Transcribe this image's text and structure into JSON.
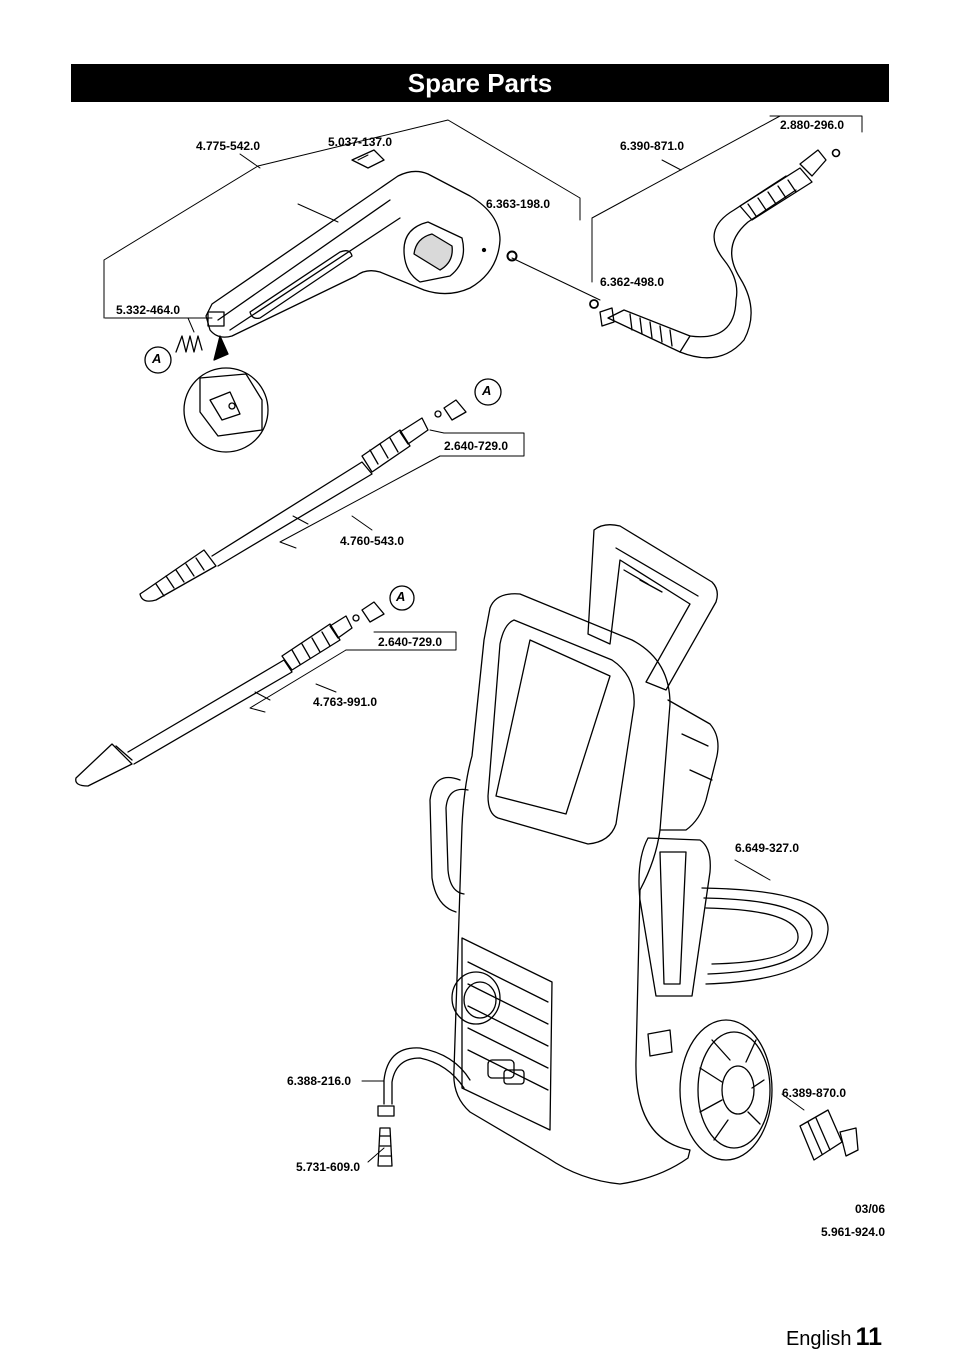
{
  "page": {
    "title": "Spare Parts",
    "language": "English",
    "page_number": "11",
    "date_code": "03/06",
    "doc_number": "5.961-924.0"
  },
  "detail_marker": "A",
  "parts": {
    "gun_body": "4.775-542.0",
    "clip": "5.037-137.0",
    "o_ring_a": "6.363-198.0",
    "o_ring_b": "6.362-498.0",
    "hose": "6.390-871.0",
    "hose_ring": "2.880-296.0",
    "spring": "5.332-464.0",
    "nozzle_ring_1": "2.640-729.0",
    "spray_lance": "4.760-543.0",
    "nozzle_ring_2": "2.640-729.0",
    "rotor_lance": "4.763-991.0",
    "garden_hose": "6.649-327.0",
    "suction_hose": "6.388-216.0",
    "filter": "5.731-609.0",
    "coupling": "6.389-870.0"
  }
}
